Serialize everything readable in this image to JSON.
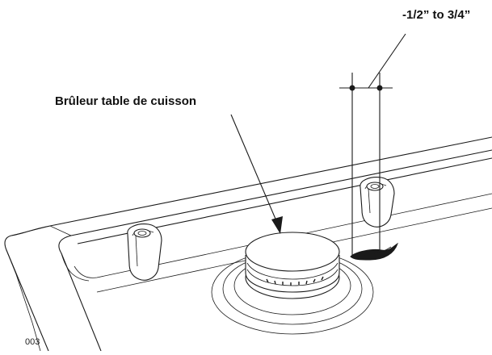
{
  "diagram": {
    "burner_label": "Brûleur table de cuisson",
    "gap_label": "-1/2” to 3/4”",
    "figure_code": "003"
  }
}
